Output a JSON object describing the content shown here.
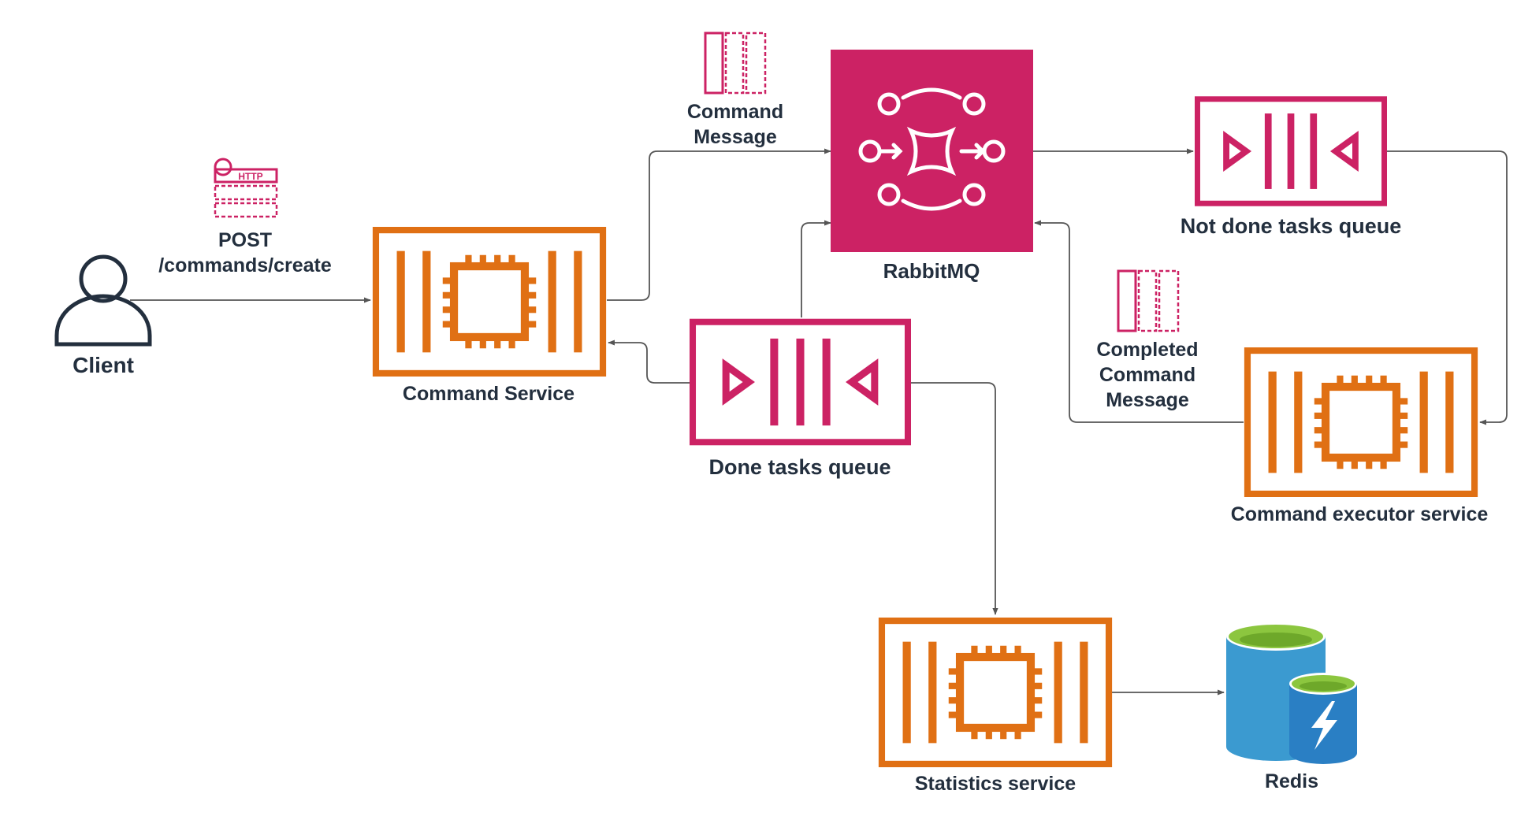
{
  "colors": {
    "orange": "#e07014",
    "pink": "#cc2264",
    "pink_fill": "#cc2264",
    "dark": "#232f3e",
    "arrow": "#555555",
    "redis_blue": "#3b9ad0",
    "redis_green": "#8cc63f"
  },
  "client": {
    "label": "Client",
    "icon": "user-icon"
  },
  "http_request": {
    "badge": "HTTP",
    "method": "POST",
    "path": "/commands/create"
  },
  "command_service": {
    "label": "Command Service",
    "icon": "compute-instance-icon"
  },
  "command_message": {
    "line1": "Command",
    "line2": "Message",
    "icon": "message-icon"
  },
  "rabbitmq": {
    "label": "RabbitMQ",
    "icon": "message-broker-icon"
  },
  "not_done_queue": {
    "label": "Not done tasks queue",
    "icon": "queue-icon"
  },
  "done_queue": {
    "label": "Done tasks queue",
    "icon": "queue-icon"
  },
  "completed_message": {
    "line1": "Completed",
    "line2": "Command",
    "line3": "Message",
    "icon": "message-icon"
  },
  "executor_service": {
    "label": "Command executor service",
    "icon": "compute-instance-icon"
  },
  "statistics_service": {
    "label": "Statistics service",
    "icon": "compute-instance-icon"
  },
  "redis": {
    "label": "Redis",
    "icon": "redis-cache-icon"
  }
}
